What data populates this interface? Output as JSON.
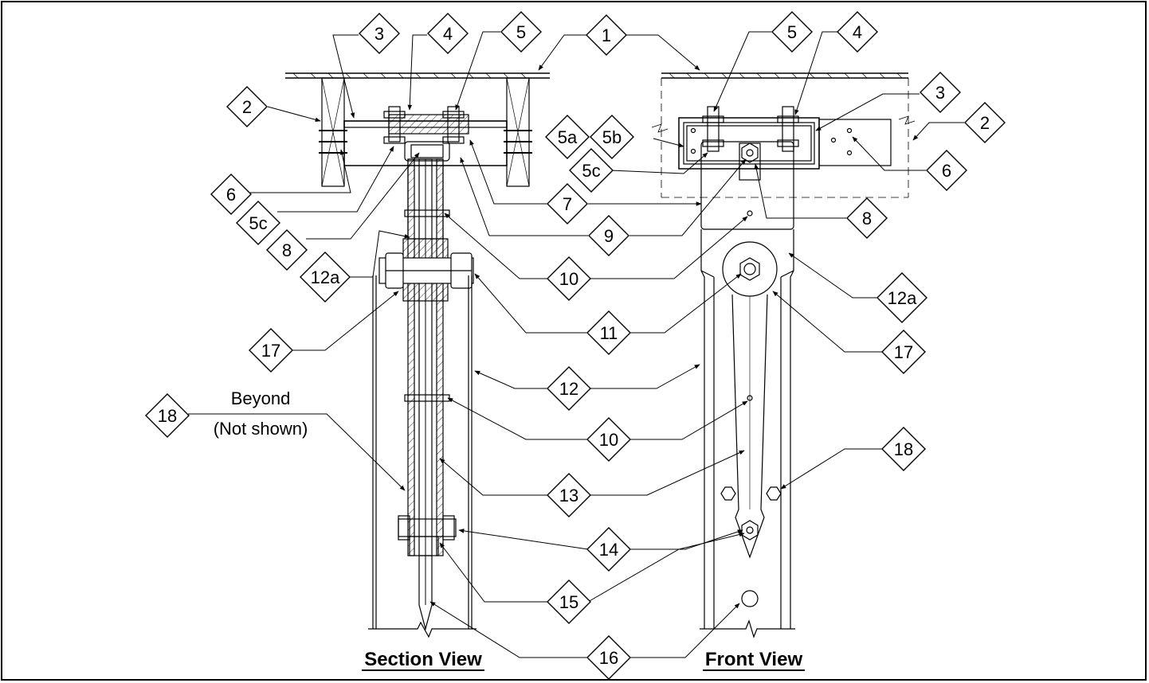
{
  "views": {
    "section": "Section View",
    "front": "Front View"
  },
  "note": {
    "line1": "Beyond",
    "line2": "(Not shown)"
  },
  "callouts": {
    "c1": "1",
    "c2": "2",
    "c3": "3",
    "c4": "4",
    "c5": "5",
    "c5a": "5a",
    "c5b": "5b",
    "c5c": "5c",
    "c6": "6",
    "c7": "7",
    "c8": "8",
    "c9": "9",
    "c10": "10",
    "c11": "11",
    "c12": "12",
    "c12a": "12a",
    "c13": "13",
    "c14": "14",
    "c15": "15",
    "c16": "16",
    "c17": "17",
    "c18": "18"
  }
}
